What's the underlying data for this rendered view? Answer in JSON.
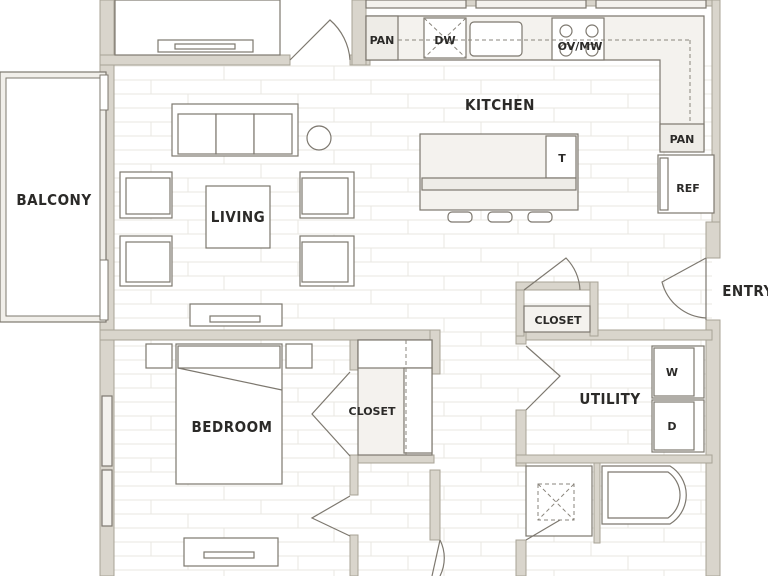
{
  "rooms": {
    "balcony": "BALCONY",
    "living": "LIVING",
    "kitchen": "KITCHEN",
    "bedroom": "BEDROOM",
    "closet_bedroom": "CLOSET",
    "closet_entry": "CLOSET",
    "utility": "UTILITY",
    "entry": "ENTRY"
  },
  "fixtures": {
    "pantry_top": "PAN",
    "dishwasher": "DW",
    "oven_microwave": "OV/MW",
    "pantry_right": "PAN",
    "refrigerator": "REF",
    "island_tag": "T",
    "washer": "W",
    "dryer": "D"
  },
  "colors": {
    "wall": "#d9d5cc",
    "line": "#7d786f",
    "floor": "#ffffff"
  }
}
